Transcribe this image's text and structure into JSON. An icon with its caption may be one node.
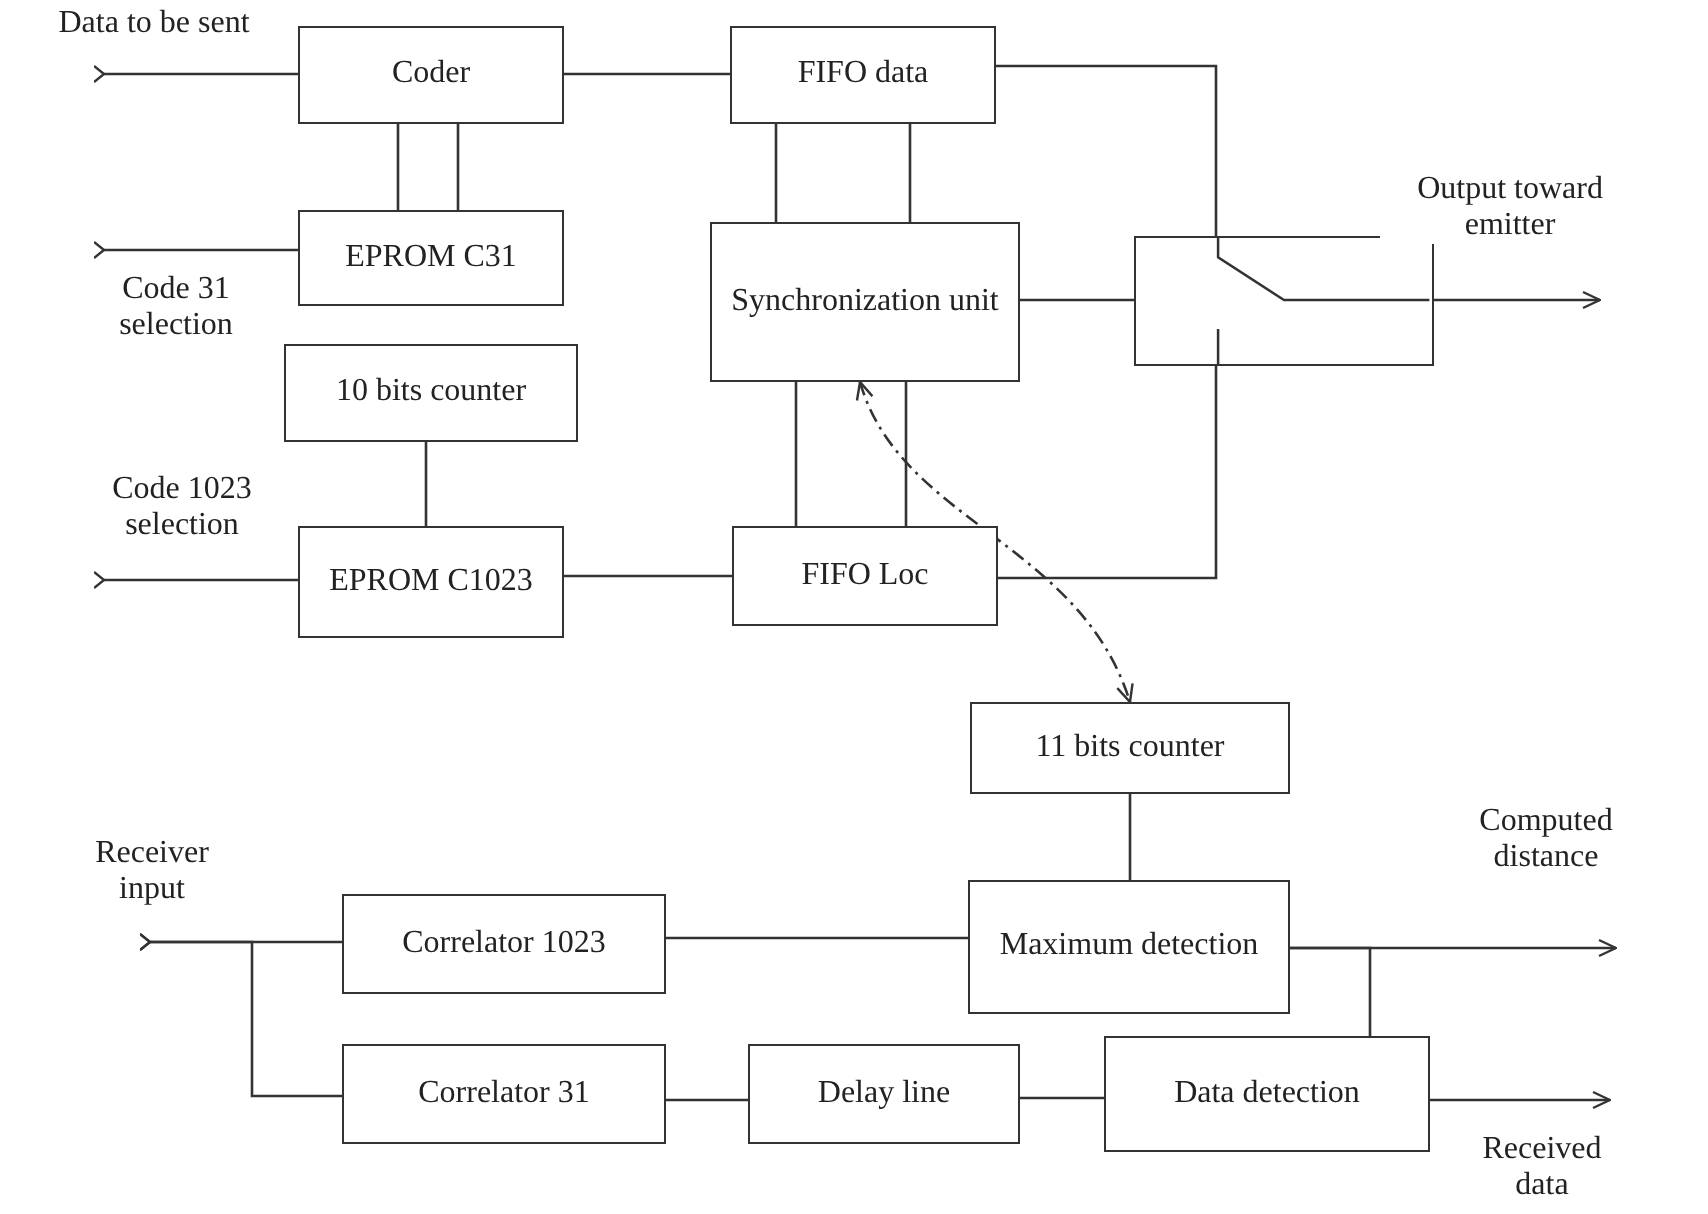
{
  "diagram": {
    "nodes": [
      {
        "text": [
          "Coder"
        ]
      },
      {
        "text": [
          "FIFO data"
        ]
      },
      {
        "text": [
          "EPROM C31"
        ]
      },
      {
        "text": [
          "Synchronization unit"
        ]
      },
      {
        "text": [],
        "shape": "box"
      },
      {
        "text": [
          "10 bits counter"
        ]
      },
      {
        "text": [
          "EPROM C1023"
        ]
      },
      {
        "text": [
          "FIFO Loc"
        ]
      },
      {
        "text": [
          "11 bits counter"
        ]
      },
      {
        "text": [
          "Maximum detection"
        ]
      },
      {
        "text": [
          "Correlator 1023"
        ]
      },
      {
        "text": [
          "Correlator 31"
        ]
      },
      {
        "text": [
          "Delay line"
        ]
      },
      {
        "text": [
          "Data detection"
        ]
      }
    ],
    "edges": [
      {
        "from": null,
        "to": 0,
        "arrow": "other",
        "label": "Data to be sent"
      },
      {
        "from": null,
        "to": 2,
        "arrow": "other",
        "label": "Code 31 selection"
      },
      {
        "from": null,
        "to": 6,
        "arrow": "other",
        "label": "Code 1023 selection"
      },
      {
        "from": 0,
        "to": 1,
        "arrow": "none"
      },
      {
        "from": 0,
        "to": 2,
        "arrow": "none"
      },
      {
        "from": 0,
        "to": 2,
        "arrow": "none"
      },
      {
        "from": 1,
        "to": 3,
        "arrow": "none"
      },
      {
        "from": 1,
        "to": 3,
        "arrow": "none"
      },
      {
        "from": 5,
        "to": 6,
        "arrow": "none"
      },
      {
        "from": 6,
        "to": 7,
        "arrow": "none"
      },
      {
        "from": 3,
        "to": 7,
        "arrow": "none"
      },
      {
        "from": 3,
        "to": 7,
        "arrow": "none"
      },
      {
        "from": 3,
        "to": 4,
        "arrow": "none"
      },
      {
        "from": 1,
        "to": 4,
        "arrow": "none"
      },
      {
        "from": 7,
        "to": 4,
        "arrow": "none"
      },
      {
        "from": 4,
        "to": null,
        "arrow": "to",
        "label": "Output toward emitter"
      },
      {
        "from": 3,
        "to": 8,
        "arrow": "both",
        "style": "dashed"
      },
      {
        "from": 8,
        "to": 9,
        "arrow": "none"
      },
      {
        "from": null,
        "to": 10,
        "arrow": "other",
        "label": "Receiver input"
      },
      {
        "from": null,
        "to": 11,
        "arrow": "other"
      },
      {
        "from": 10,
        "to": 9,
        "arrow": "none"
      },
      {
        "from": 11,
        "to": 12,
        "arrow": "none"
      },
      {
        "from": 12,
        "to": 13,
        "arrow": "none"
      },
      {
        "from": 9,
        "to": null,
        "arrow": "to",
        "label": "Computed distance"
      },
      {
        "from": 9,
        "to": 13,
        "arrow": "none"
      },
      {
        "from": 13,
        "to": null,
        "arrow": "to",
        "label": "Received data"
      }
    ]
  }
}
